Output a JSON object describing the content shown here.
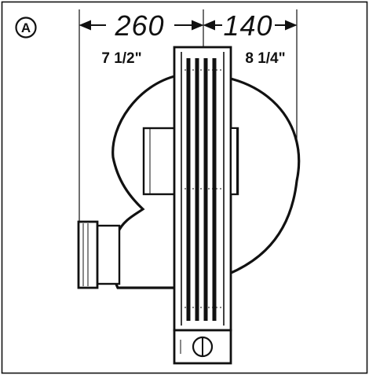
{
  "figure": {
    "label": "A",
    "dimensions": {
      "left_mm": "260",
      "right_mm": "140",
      "left_in": "7 1/2\"",
      "right_in": "8 1/4\""
    }
  },
  "colors": {
    "ink": "#111111",
    "paper": "#ffffff"
  }
}
